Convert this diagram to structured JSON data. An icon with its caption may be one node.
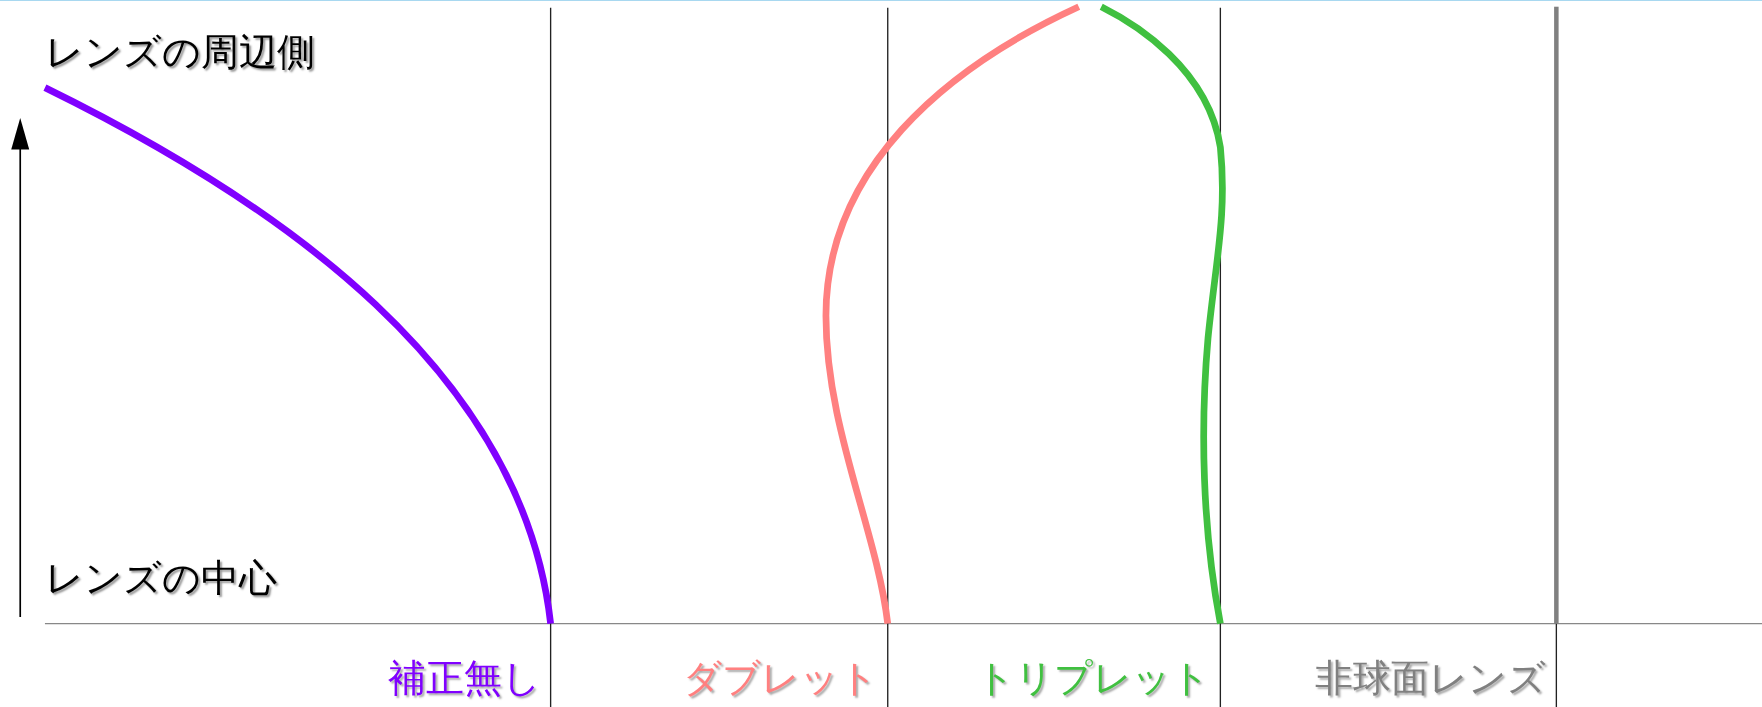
{
  "diagram": {
    "labels": [
      "レンズの周辺側",
      "レンズの中心"
    ],
    "legend": [
      {
        "text": "補正無し",
        "color": "#8000ff"
      },
      {
        "text": "ダブレット",
        "color": "#ff8080"
      },
      {
        "text": "トリプレット",
        "color": "#40c040"
      },
      {
        "text": "非球面レンズ",
        "color": "#808080"
      }
    ]
  }
}
